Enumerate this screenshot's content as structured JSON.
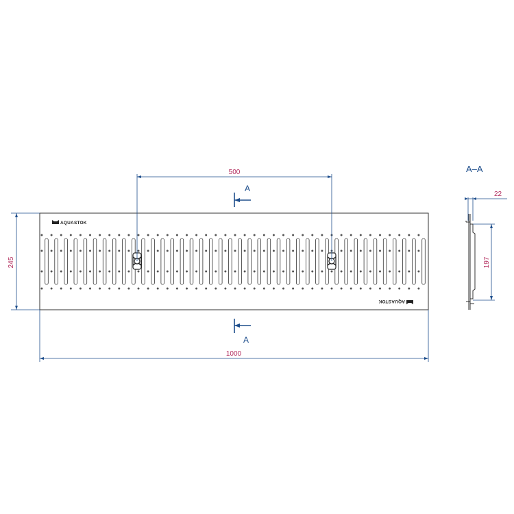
{
  "drawing": {
    "grate_length": "1000",
    "grate_width": "245",
    "bolt_spacing": "500",
    "section_label": "A",
    "section_title": "A–A",
    "section_flange": "22",
    "section_depth": "197",
    "logo": "AQUASTOK"
  },
  "colors": {
    "dimension_line": "#1e4e8c",
    "dimension_text": "#b22b5c",
    "outline": "#333333"
  }
}
